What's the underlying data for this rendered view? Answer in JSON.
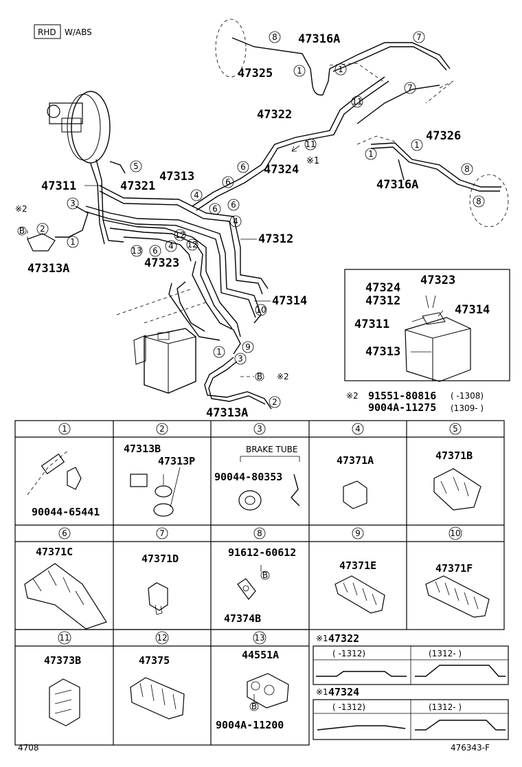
{
  "header": {
    "rhd": "RHD",
    "abs": "W/ABS"
  },
  "callouts": {
    "p47316A_top": "47316A",
    "p47325": "47325",
    "p47322": "47322",
    "p47324": "47324",
    "p47326": "47326",
    "p47316A_right": "47316A",
    "p47313": "47313",
    "p47311": "47311",
    "p47321": "47321",
    "p47312": "47312",
    "p47323": "47323",
    "p47314": "47314",
    "p47313A_left": "47313A",
    "p47313A_bottom": "47313A",
    "mark_x1": "※1",
    "mark_x2": "※2",
    "b_label": "B"
  },
  "inset": {
    "p47324": "47324",
    "p47323": "47323",
    "p47312": "47312",
    "p47314": "47314",
    "p47311": "47311",
    "p47313": "47313"
  },
  "note2": {
    "mark": "※2",
    "line1_part": "91551-80816",
    "line1_range": "(     -1308)",
    "line2_part": "9004A-11275",
    "line2_range": "(1309-     )"
  },
  "cells": [
    {
      "num": "1",
      "parts": [
        "90044-65441"
      ]
    },
    {
      "num": "2",
      "parts": [
        "47313B",
        "47313P"
      ]
    },
    {
      "num": "3",
      "parts": [
        "BRAKE TUBE",
        "90044-80353"
      ]
    },
    {
      "num": "4",
      "parts": [
        "47371A"
      ]
    },
    {
      "num": "5",
      "parts": [
        "47371B"
      ]
    },
    {
      "num": "6",
      "parts": [
        "47371C"
      ]
    },
    {
      "num": "7",
      "parts": [
        "47371D"
      ]
    },
    {
      "num": "8",
      "parts": [
        "91612-60612",
        "47374B"
      ]
    },
    {
      "num": "9",
      "parts": [
        "47371E"
      ]
    },
    {
      "num": "10",
      "parts": [
        "47371F"
      ]
    },
    {
      "num": "11",
      "parts": [
        "47373B"
      ]
    },
    {
      "num": "12",
      "parts": [
        "47375"
      ]
    },
    {
      "num": "13",
      "parts": [
        "44551A",
        "9004A-11200"
      ]
    }
  ],
  "variants": {
    "t1_mark": "※1",
    "t1_part": "47322",
    "t1_col1": "(     -1312)",
    "t1_col2": "(1312-      )",
    "t2_mark": "※1",
    "t2_part": "47324",
    "t2_col1": "(     -1312)",
    "t2_col2": "(1312-      )"
  },
  "footer": {
    "left": "4708",
    "right": "476343-F"
  }
}
